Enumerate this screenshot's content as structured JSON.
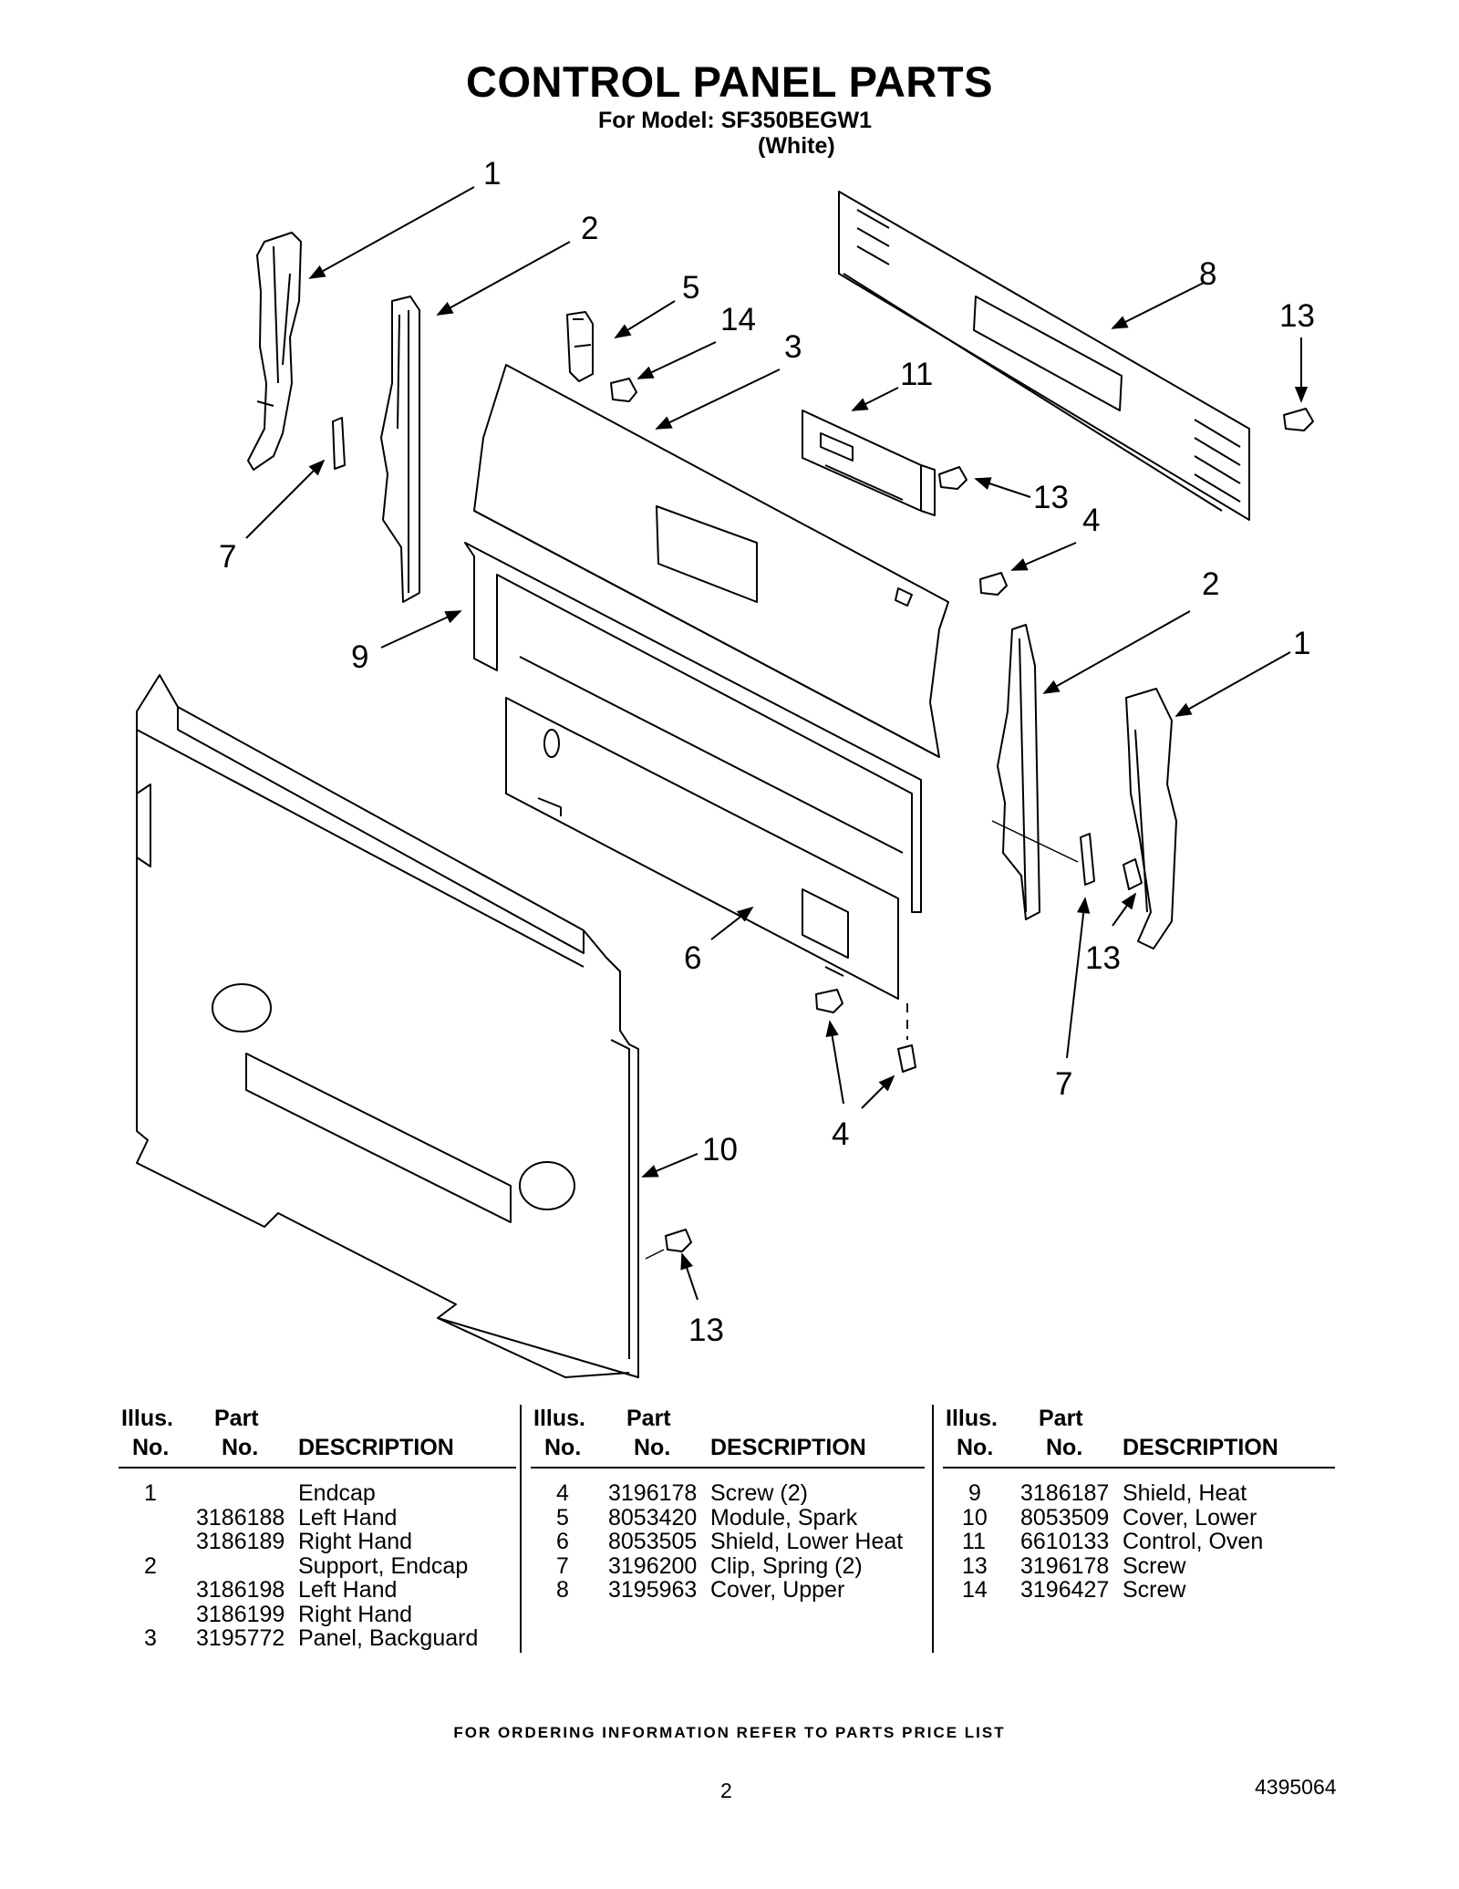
{
  "header": {
    "title": "CONTROL PANEL PARTS",
    "model_line": "For Model: SF350BEGW1",
    "variant": "(White)"
  },
  "callouts": [
    "1",
    "2",
    "5",
    "14",
    "3",
    "8",
    "13",
    "11",
    "13",
    "4",
    "7",
    "9",
    "2",
    "1",
    "6",
    "13",
    "7",
    "4",
    "10",
    "13"
  ],
  "parts_tables": [
    {
      "headers": {
        "illus_line1": "Illus.",
        "illus_line2": "No.",
        "part_line1": "Part",
        "part_line2": "No.",
        "description": "DESCRIPTION"
      },
      "rows": [
        {
          "illus": "1",
          "part": "",
          "desc": "Endcap"
        },
        {
          "illus": "",
          "part": "3186188",
          "desc": "Left Hand"
        },
        {
          "illus": "",
          "part": "3186189",
          "desc": "Right Hand"
        },
        {
          "illus": "2",
          "part": "",
          "desc": "Support, Endcap"
        },
        {
          "illus": "",
          "part": "3186198",
          "desc": "Left Hand"
        },
        {
          "illus": "",
          "part": "3186199",
          "desc": "Right Hand"
        },
        {
          "illus": "3",
          "part": "3195772",
          "desc": "Panel, Backguard"
        }
      ]
    },
    {
      "headers": {
        "illus_line1": "Illus.",
        "illus_line2": "No.",
        "part_line1": "Part",
        "part_line2": "No.",
        "description": "DESCRIPTION"
      },
      "rows": [
        {
          "illus": "4",
          "part": "3196178",
          "desc": "Screw (2)"
        },
        {
          "illus": "5",
          "part": "8053420",
          "desc": "Module, Spark"
        },
        {
          "illus": "6",
          "part": "8053505",
          "desc": "Shield, Lower Heat"
        },
        {
          "illus": "7",
          "part": "3196200",
          "desc": "Clip, Spring (2)"
        },
        {
          "illus": "8",
          "part": "3195963",
          "desc": "Cover, Upper"
        }
      ]
    },
    {
      "headers": {
        "illus_line1": "Illus.",
        "illus_line2": "No.",
        "part_line1": "Part",
        "part_line2": "No.",
        "description": "DESCRIPTION"
      },
      "rows": [
        {
          "illus": "9",
          "part": "3186187",
          "desc": "Shield, Heat"
        },
        {
          "illus": "10",
          "part": "8053509",
          "desc": "Cover, Lower"
        },
        {
          "illus": "11",
          "part": "6610133",
          "desc": "Control, Oven"
        },
        {
          "illus": "13",
          "part": "3196178",
          "desc": "Screw"
        },
        {
          "illus": "14",
          "part": "3196427",
          "desc": "Screw"
        }
      ]
    }
  ],
  "footer": {
    "ordering_note": "FOR ORDERING INFORMATION REFER TO PARTS PRICE LIST",
    "page_number": "2",
    "document_number": "4395064"
  }
}
